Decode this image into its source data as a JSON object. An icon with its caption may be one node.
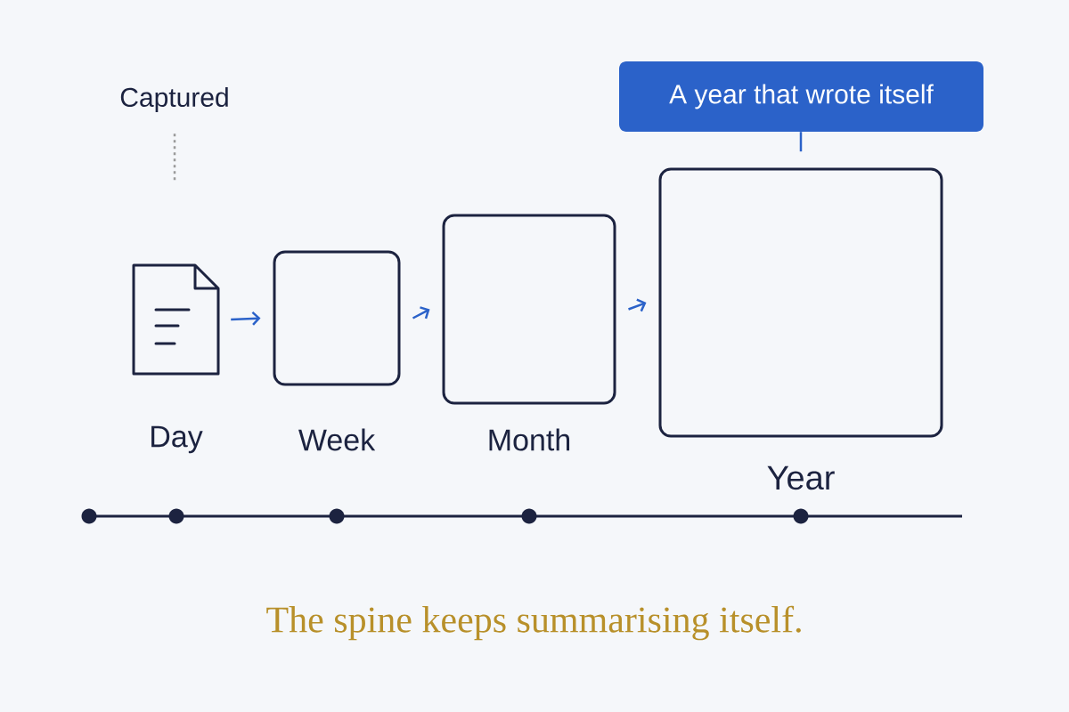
{
  "diagram": {
    "caption": "The spine keeps summarising itself.",
    "nodes": [
      {
        "text": [
          "Captured"
        ]
      },
      {
        "text": [
          "Day"
        ]
      },
      {
        "text": [
          "Week"
        ]
      },
      {
        "text": [
          "Month"
        ]
      },
      {
        "text": [
          "Year"
        ]
      },
      {
        "text": [
          "A year that wrote itself"
        ]
      }
    ],
    "edges": [
      {
        "from": 0,
        "to": null,
        "arrow": "none",
        "style": "dashed",
        "color": "#9a9a9a"
      },
      {
        "from": 1,
        "to": 2,
        "arrow": "to"
      },
      {
        "from": 2,
        "to": 3,
        "arrow": "to"
      },
      {
        "from": 3,
        "to": 4,
        "arrow": "to"
      },
      {
        "from": 5,
        "to": 4,
        "arrow": "none"
      }
    ]
  }
}
